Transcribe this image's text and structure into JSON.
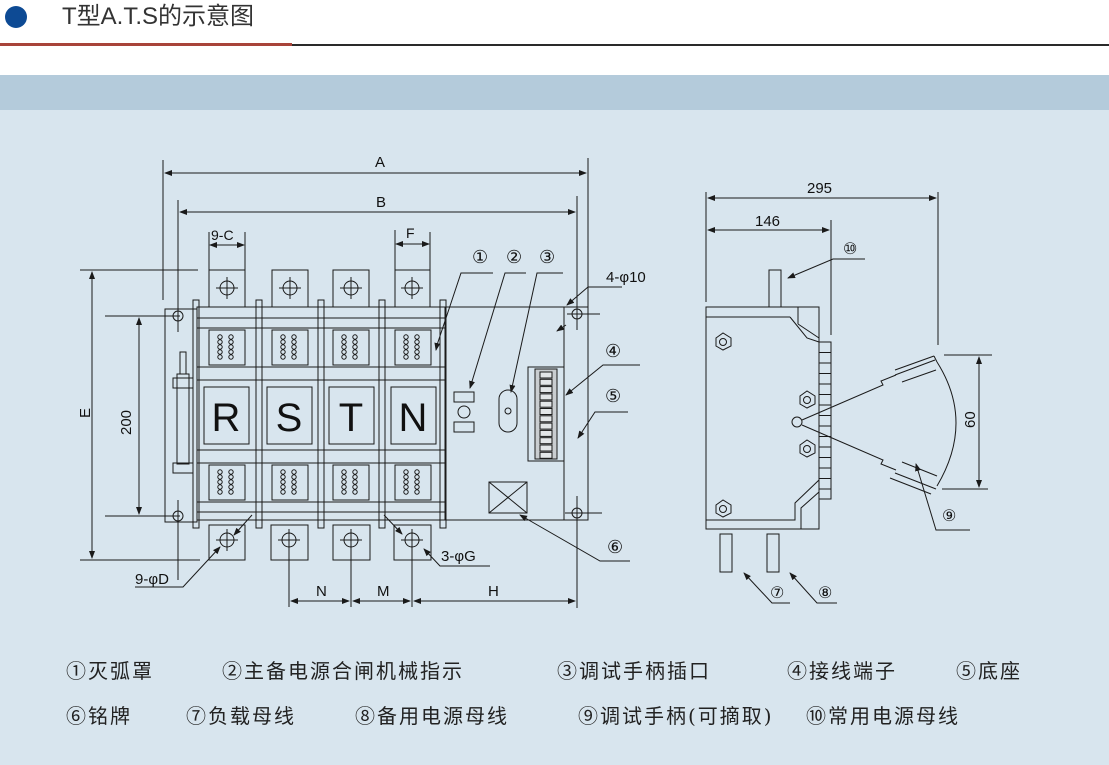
{
  "header": {
    "title": "T型A.T.S的示意图",
    "bullet_color": "#0d4a94",
    "accent_rule_color": "#a8443a"
  },
  "front_view": {
    "dimension_labels": {
      "A": "A",
      "B": "B",
      "C": "9-C",
      "F": "F",
      "E": "E",
      "height_200": "200",
      "D": "9-φD",
      "G": "3-φG",
      "N": "N",
      "M": "M",
      "H": "H",
      "mount_holes": "4-φ10"
    },
    "phase_labels": [
      "R",
      "S",
      "T",
      "N"
    ],
    "callouts": [
      "①",
      "②",
      "③",
      "④",
      "⑤",
      "⑥"
    ]
  },
  "side_view": {
    "dimension_labels": {
      "overall": "295",
      "body": "146",
      "handle_travel": "60"
    },
    "callouts": [
      "⑦",
      "⑧",
      "⑨",
      "⑩"
    ]
  },
  "legend": {
    "row1": [
      "①灭弧罩",
      "②主备电源合闸机械指示",
      "③调试手柄插口",
      "④接线端子",
      "⑤底座"
    ],
    "row2": [
      "⑥铭牌",
      "⑦负载母线",
      "⑧备用电源母线",
      "⑨调试手柄(可摘取)",
      "⑩常用电源母线"
    ]
  }
}
